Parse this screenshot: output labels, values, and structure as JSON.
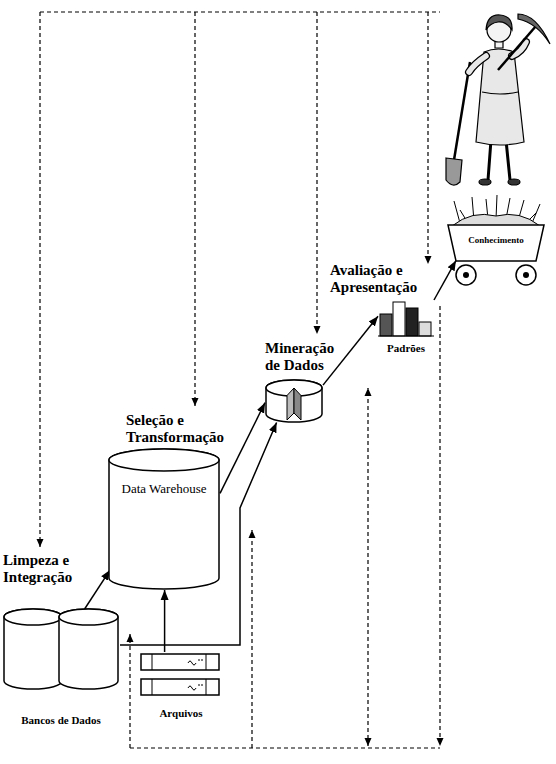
{
  "diagram": {
    "nodes": [
      {
        "text": [
          "Bancos de Dados"
        ]
      },
      {
        "text": [
          "Arquivos"
        ]
      },
      {
        "text": [
          "Data Warehouse"
        ]
      },
      {
        "text": [
          "Mineração de Dados"
        ]
      },
      {
        "text": [
          "Padrões"
        ]
      },
      {
        "text": [
          "Conhecimento"
        ]
      }
    ],
    "edges": [
      {
        "from": 0,
        "to": 2,
        "arrow": "to",
        "label": "Limpeza e Integração"
      },
      {
        "from": 1,
        "to": 2,
        "arrow": "to"
      },
      {
        "from": 0,
        "to": 3,
        "arrow": "to"
      },
      {
        "from": 2,
        "to": 3,
        "arrow": "to",
        "label": "Seleção e Transformação"
      },
      {
        "from": 3,
        "to": 4,
        "arrow": "to"
      },
      {
        "from": 4,
        "to": 5,
        "arrow": "to",
        "label": "Avaliação e Apresentação"
      }
    ]
  }
}
